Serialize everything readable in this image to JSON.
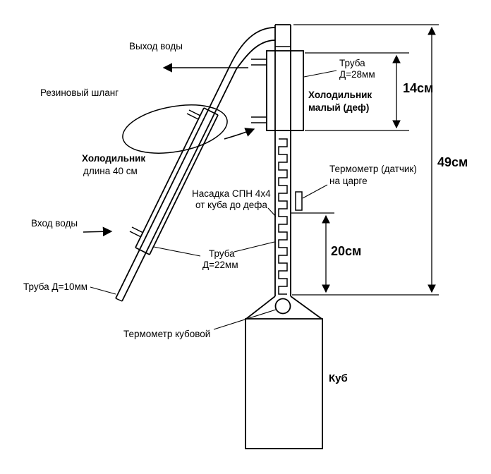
{
  "colors": {
    "line": "#000000",
    "background": "#ffffff"
  },
  "labels": {
    "water_outlet": "Выход воды",
    "rubber_hose": "Резиновый шланг",
    "cooler_name": "Холодильник",
    "cooler_length": "длина 40 см",
    "water_inlet": "Вход воды",
    "pipe_d10": "Труба Д=10мм",
    "pipe_d28_l1": "Труба",
    "pipe_d28_l2": "Д=28мм",
    "deflegmator_l1": "Холодильник",
    "deflegmator_l2": "малый (деф)",
    "column_thermo_l1": "Термометр (датчик)",
    "column_thermo_l2": "на царге",
    "packing_l1": "Насадка СПН 4х4",
    "packing_l2": "от куба до дефа",
    "pipe_d22_l1": "Труба",
    "pipe_d22_l2": "Д=22мм",
    "cube_thermo": "Термометр кубовой",
    "cube": "Куб"
  },
  "dimensions": {
    "deflegmator_height": "14см",
    "total_height": "49см",
    "packing_height": "20см"
  }
}
